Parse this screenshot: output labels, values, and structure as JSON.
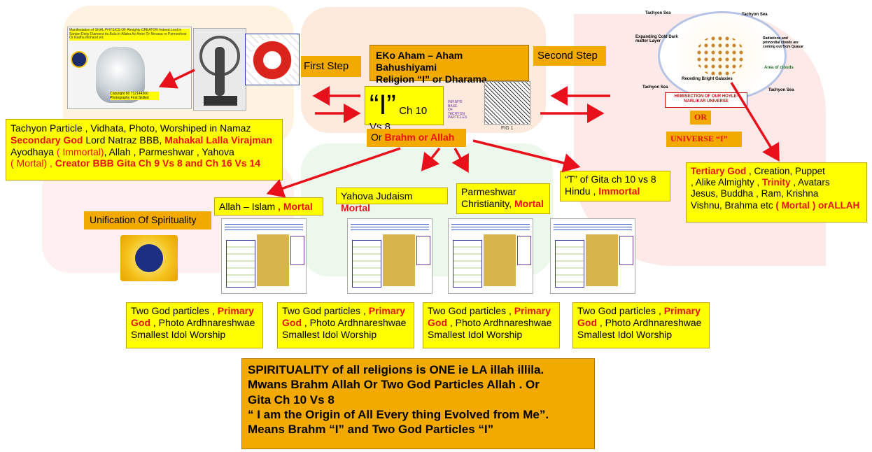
{
  "center": {
    "i_label": "“I”",
    "ref": "Ch 10 Vs 8"
  },
  "top_box": {
    "line1": "EKo Aham – Aham Bahushiyami",
    "line2": "Religion “I” or  Dharama"
  },
  "first_step": "First Step",
  "second_step": "Second Step",
  "or_brahm": {
    "prefix": "Or ",
    "highlight": "Brahm  or Allah"
  },
  "fig_label": "FIG 1",
  "left_box": {
    "l1": "Tachyon Particle , Vidhata,  Photo,  Worshiped in Namaz",
    "l2_red": "Secondary God",
    "l2_mid": " Lord Natraz BBB, ",
    "l2_red2": "Mahakal Lalla Virajman",
    "l3_a": " Ayodhaya ",
    "l3_red": "( Immortal)",
    "l3_b": ",  Allah   , Parmeshwar , Yahova",
    "l4_red": "( Mortal)   ,",
    "l4_red2": " Creator BBB  Gita Ch 9 Vs 8 and Ch 16 Vs 14"
  },
  "universe_or": "OR",
  "universe_i": "UNIVERSE “I”",
  "hemisection": "HEMISECTION OF OUR HOYLE-NARLIKAR UNIVERSE",
  "tertiary": {
    "red1": "Tertiary God",
    "t1": " , Creation, Puppet",
    "t2": " , Alike Almighty , ",
    "red2": "Trinity",
    "t3": " , Avatars",
    "l3": "Jesus, Buddha , Ram, Krishna",
    "l4": "Vishnu, Brahma  etc  ",
    "red3": "( Mortal ) orALLAH"
  },
  "allah_islam": {
    "text": "Allah – Islam ",
    "red": " , Mortal"
  },
  "yahova": {
    "text": "Yahova Judaism ",
    "red": "Mortal"
  },
  "parmeshwar": {
    "l1": "Parmeshwar",
    "l2": "Christianity, ",
    "red": "Mortal"
  },
  "t_gita": {
    "l1": "“T” of Gita ch 10 vs 8",
    "l2": "Hindu  , ",
    "red": "Immortal"
  },
  "unification": "Unification Of Spirituality",
  "gp_boxes": [
    {
      "a": "Two God particles , ",
      "red1": "Primary",
      "red2": "God",
      "b": " , Photo Ardhnareshwae",
      "c": "Smallest Idol Worship"
    },
    {
      "a": "Two God particles , ",
      "red1": "Primary",
      "red2": "God",
      "b": " , Photo Ardhnareshwae",
      "c": "Smallest Idol Worship"
    },
    {
      "a": "Two God particles , ",
      "red1": "Primary",
      "red2": "God",
      "b": " , Photo Ardhnareshwae",
      "c": "Smallest Idol Worship"
    },
    {
      "a": "Two God particles , ",
      "red1": "Primary",
      "red2": "God",
      "b": " , Photo Ardhnareshwae",
      "c": "Smallest Idol Worship"
    }
  ],
  "bottom_box": {
    "l1": "SPIRITUALITY of all religions is ONE ie LA illah illila.",
    "l2": "Mwans  Brahm Allah Or Two God Particles  Allah  . Or",
    "l3": "Gita Ch 10 Vs 8",
    "l4": "“ I am the Origin of All Every thing Evolved from Me”.",
    "l5": "Means  Brahm “I” and Two God Particles “I”"
  },
  "universe_labels": [
    "Tachyon Sea",
    "Tachyon Sea",
    "Tachyon Sea",
    "Tachyon Sea",
    "Expanding Cold Dark matter Layer",
    "Radiations and primordial clouds are coming out from Quasar",
    "Receding Bright Galaxies",
    "Area of clouds"
  ],
  "fig_text": [
    "INFINITE",
    "BASE",
    "OF",
    "TACHYON",
    "PARTICLES"
  ],
  "photo_caption": [
    "Copyright 80 712144360",
    "Photography First Skilled"
  ],
  "photo_header": "Manifestation of SHAL PHYSICS OF Almighty CREATOR Indeed Lord in Sanlari Deity Diamond its Bulu In Allaha As Anter Or Nirvana or Parmeshvar Or Radha Mohand etc"
}
